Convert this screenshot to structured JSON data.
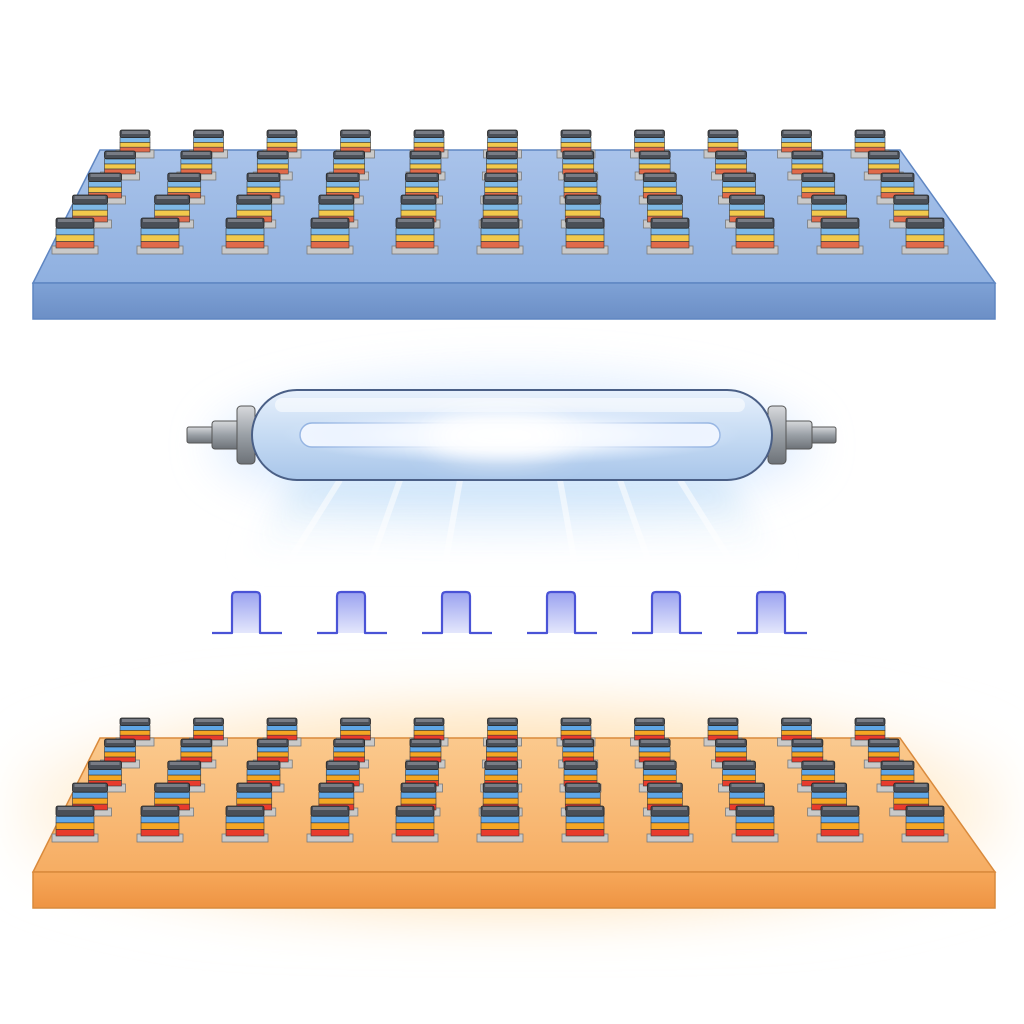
{
  "figure": {
    "top_panel": {
      "state": "before",
      "board_color": "#8fb0e0",
      "board_edge": "#6f93c9",
      "device_rows": 5,
      "device_columns": 11,
      "layer_colors": [
        "#7fb8e6",
        "#f2c94c",
        "#e06a4a"
      ]
    },
    "lamp": {
      "type": "xenon-flash-lamp",
      "glow_color": "#dbe9ff",
      "tube_color": "#cfe0f5",
      "beam_color": "#bcdcf5"
    },
    "pulse_train": {
      "pulse_count": 6,
      "line_color": "#4a53d6",
      "fill_color": "#b9bff5"
    },
    "bottom_panel": {
      "state": "after",
      "board_color": "#f6ad63",
      "board_edge": "#e0903f",
      "glow_color": "#ffd08a",
      "device_rows": 5,
      "device_columns": 11,
      "layer_colors": [
        "#5fa6e6",
        "#f5a623",
        "#e83b2c"
      ]
    }
  }
}
